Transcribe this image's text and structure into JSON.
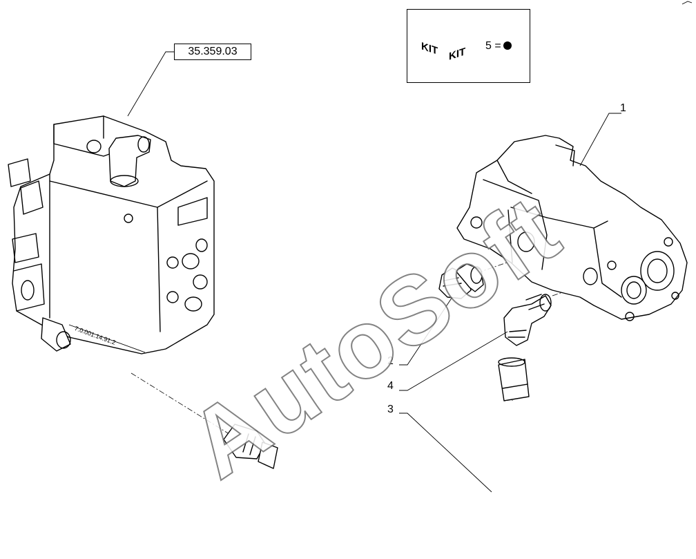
{
  "reference_label": "35.359.03",
  "kit": {
    "box_text_left": "KIT",
    "box_text_right": "KIT",
    "legend_prefix": "5 ="
  },
  "callouts": [
    {
      "id": "1",
      "text": "1"
    },
    {
      "id": "2",
      "text": "2"
    },
    {
      "id": "3",
      "text": "3"
    },
    {
      "id": "4",
      "text": "4"
    }
  ],
  "watermark": "AutoSoft",
  "side_text": "7.0.001.14.91.2"
}
